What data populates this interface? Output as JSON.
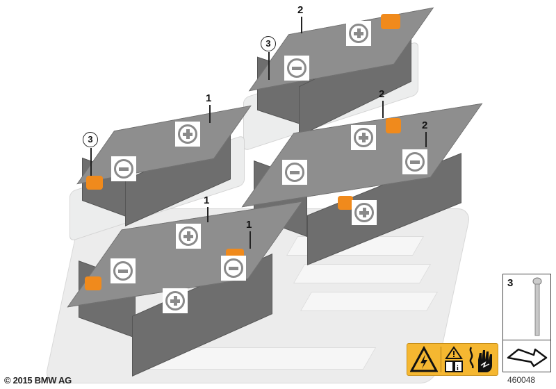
{
  "diagram": {
    "type": "exploded parts diagram",
    "subject": "High-voltage battery modules with tray",
    "callouts": [
      {
        "id": "c1a",
        "label": "1"
      },
      {
        "id": "c1b",
        "label": "1"
      },
      {
        "id": "c1c",
        "label": "1"
      },
      {
        "id": "c2a",
        "label": "2"
      },
      {
        "id": "c2b",
        "label": "2"
      },
      {
        "id": "c2c",
        "label": "2"
      },
      {
        "id": "c3a",
        "label": "3"
      },
      {
        "id": "c3b",
        "label": "3"
      }
    ],
    "pole_symbols": {
      "plus": "plus-pole-icon",
      "minus": "minus-pole-icon"
    },
    "colors": {
      "module": "#8e8e8e",
      "module_side": "#6e6e6e",
      "connector": "#f08a1c",
      "tray": "#eceded",
      "warning_label": "#f5b731"
    }
  },
  "legend": {
    "item_number": "3",
    "item_icon": "screw-icon",
    "symbol_icon": "arrow-position-icon"
  },
  "warning_label": {
    "icons": [
      "high-voltage-warning-icon",
      "read-manual-icon",
      "wear-insulated-gloves-icon"
    ],
    "info_letter": "i"
  },
  "footer": {
    "copyright": "© 2015 BMW AG",
    "part_number": "460048"
  }
}
